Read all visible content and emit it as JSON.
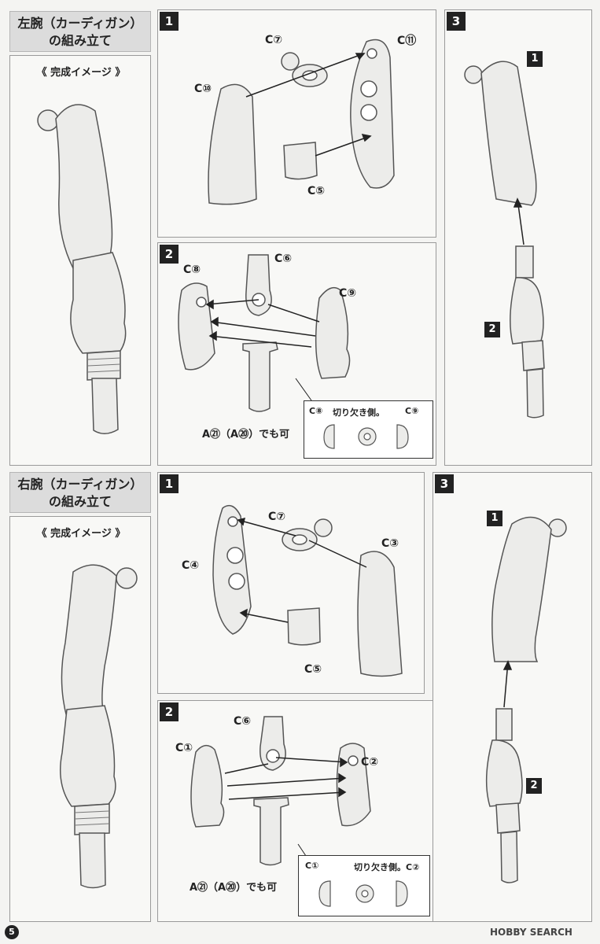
{
  "left_arm": {
    "title_line1": "左腕（カーディガン）",
    "title_line2": "の組み立て",
    "preview": "《 完成イメージ 》",
    "step1": {
      "badge": "1",
      "c7": "C⑦",
      "c11": "C⑪",
      "c10": "C⑩",
      "c5": "C⑤"
    },
    "step2": {
      "badge": "2",
      "c8": "C⑧",
      "c6": "C⑥",
      "c9": "C⑨",
      "alt": "A㉑（A⑳）でも可",
      "callout_left": "C⑧",
      "callout_text": "切り欠き側。",
      "callout_right": "C⑨"
    },
    "step3": {
      "badge": "3",
      "sub1": "1",
      "sub2": "2"
    }
  },
  "right_arm": {
    "title_line1": "右腕（カーディガン）",
    "title_line2": "の組み立て",
    "preview": "《 完成イメージ 》",
    "step1": {
      "badge": "1",
      "c7": "C⑦",
      "c4": "C④",
      "c3": "C③",
      "c5": "C⑤"
    },
    "step2": {
      "badge": "2",
      "c6": "C⑥",
      "c1": "C①",
      "c2": "C②",
      "alt": "A㉑（A⑳）でも可",
      "callout_left": "C①",
      "callout_text": "切り欠き側。C②"
    },
    "step3": {
      "badge": "3",
      "sub1": "1",
      "sub2": "2"
    }
  },
  "footer": {
    "page": "5",
    "watermark": "HOBBY SEARCH"
  }
}
